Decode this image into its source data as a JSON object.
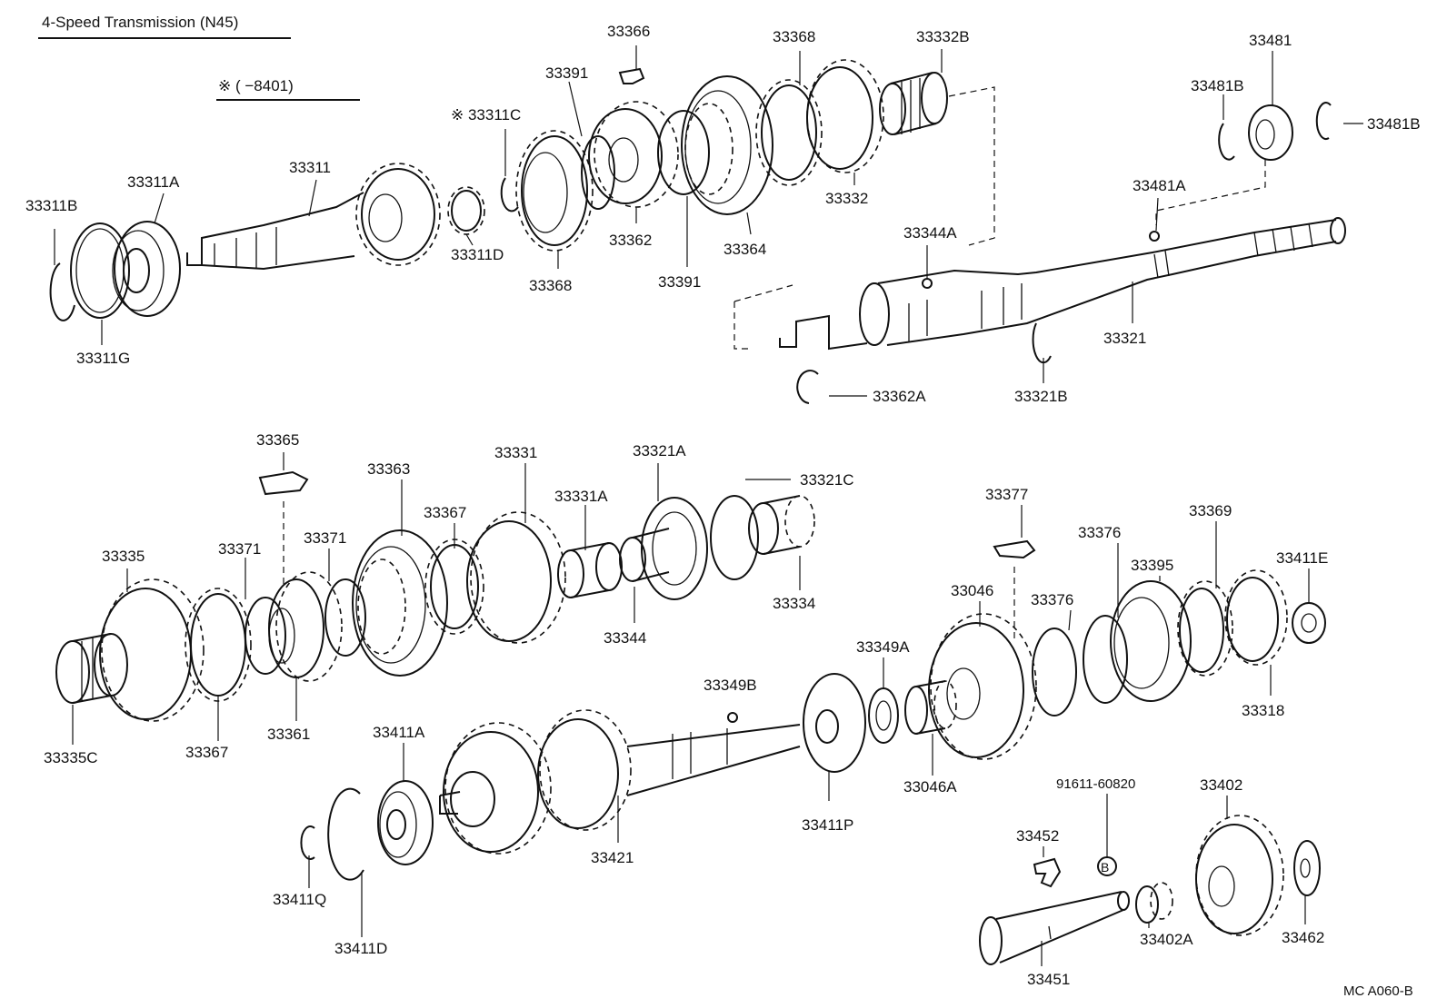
{
  "title": "4-Speed Transmission (N45)",
  "note": "※ (       −8401)",
  "code": "MC  A060-B",
  "labels": {
    "p33311B": "33311B",
    "p33311A": "33311A",
    "p33311": "33311",
    "p33311G": "33311G",
    "p33311D": "33311D",
    "p33311C": "※  33311C",
    "p33391a": "33391",
    "p33366": "33366",
    "p33368a": "33368",
    "p33332B": "33332B",
    "p33368b": "33368",
    "p33362": "33362",
    "p33391b": "33391",
    "p33364": "33364",
    "p33332": "33332",
    "p33481": "33481",
    "p33481Ba": "33481B",
    "p33481Bb": "33481B",
    "p33481A": "33481A",
    "p33344A": "33344A",
    "p33321": "33321",
    "p33362A": "33362A",
    "p33321B": "33321B",
    "p33365": "33365",
    "p33363": "33363",
    "p33331": "33331",
    "p33321A": "33321A",
    "p33321C": "33321C",
    "p33331A": "33331A",
    "p33367a": "33367",
    "p33371a": "33371",
    "p33371b": "33371",
    "p33335": "33335",
    "p33334": "33334",
    "p33344": "33344",
    "p33335C": "33335C",
    "p33367b": "33367",
    "p33361": "33361",
    "p33377": "33377",
    "p33376a": "33376",
    "p33369": "33369",
    "p33046": "33046",
    "p33395": "33395",
    "p33411E": "33411E",
    "p33376b": "33376",
    "p33349A": "33349A",
    "p33349B": "33349B",
    "p33318": "33318",
    "p33411A": "33411A",
    "p33046A": "33046A",
    "p33411P": "33411P",
    "p91611": "91611-60820",
    "p33402": "33402",
    "p33452": "33452",
    "p33421": "33421",
    "p33411Q": "33411Q",
    "p33411D": "33411D",
    "p33402A": "33402A",
    "p33462": "33462",
    "p33451": "33451"
  },
  "badge": "B"
}
